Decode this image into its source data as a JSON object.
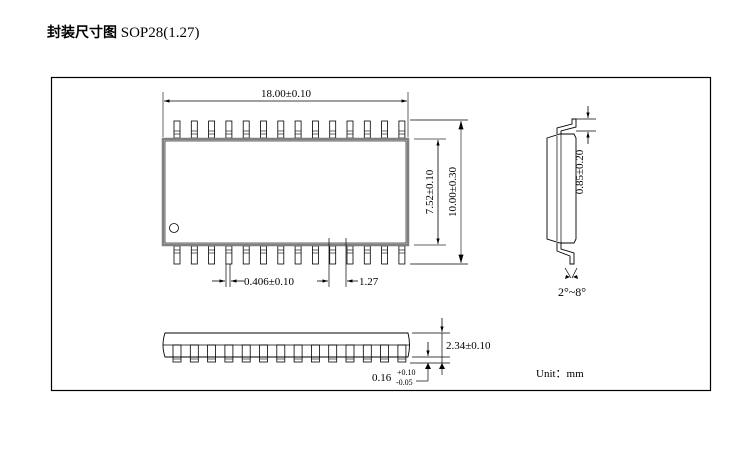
{
  "title": {
    "label_cn": "封装尺寸图",
    "package": "SOP28(1.27)"
  },
  "top_view": {
    "pin_count_per_side": 14,
    "total_pins": 28,
    "dimensions": {
      "length": "18.00±0.10",
      "body_width": "7.52±0.10",
      "total_width": "10.00±0.30",
      "pin_width": "0.406±0.10",
      "pitch": "1.27"
    },
    "pin1_marker": "circle"
  },
  "side_view": {
    "lead_thickness": "0.85±0.20",
    "lead_angle": "2°~8°"
  },
  "front_view": {
    "height": "2.34±0.10",
    "standoff_base": "0.16",
    "standoff_tol_plus": "+0.10",
    "standoff_tol_minus": "-0.05"
  },
  "unit_label": "Unit：mm",
  "colors": {
    "line": "#000000",
    "body_edge": "#808080",
    "background": "#ffffff"
  }
}
